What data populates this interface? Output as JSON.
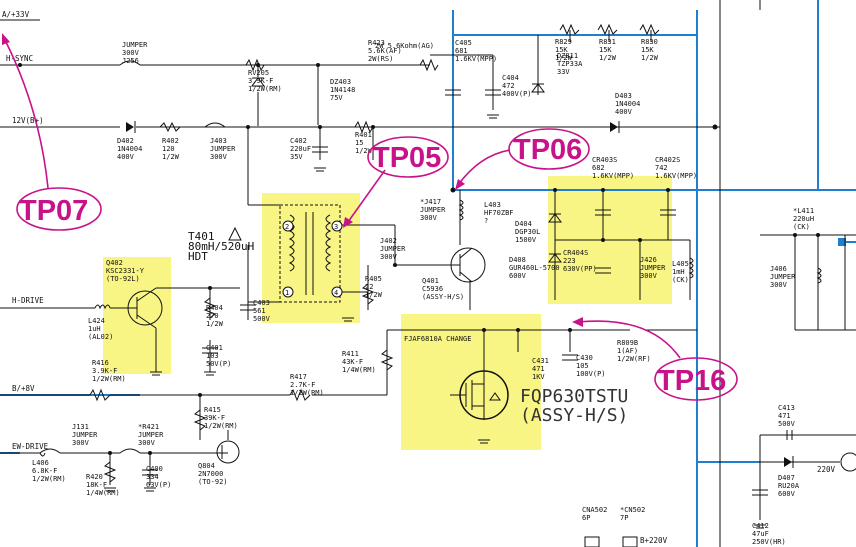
{
  "nets": {
    "a33v": "A/+33V",
    "hsync": "H-SYNC",
    "v12": "12V(B+)",
    "hdrive": "H-DRIVE",
    "b8v": "B/+8V",
    "ewdrive": "EW-DRIVE",
    "b220v": "B+220V",
    "v220": "220V"
  },
  "test_points": {
    "tp05": "TP05",
    "tp06": "TP06",
    "tp07": "TP07",
    "tp16": "TP16"
  },
  "highlight_color": "#f7f47a",
  "callout_color": "#c8128a",
  "rail_color": "#1e7fd1",
  "parts": {
    "j256": [
      "JUMPER",
      "300V",
      "J256"
    ],
    "rv205": [
      "RV205",
      "3.9K-F",
      "1/2W(RM)"
    ],
    "dz403": [
      "DZ403",
      "1N4148",
      "75V"
    ],
    "r423": [
      "R423",
      "5.6K(AF)",
      "2W(RS)"
    ],
    "r423_top": "2W 5.6Kohm(AG)",
    "c405": [
      "C405",
      "681",
      "1.6KV(MPP)"
    ],
    "c404": [
      "C404",
      "472",
      "400V(P)"
    ],
    "dz811": [
      "DZ811",
      "TZP33A",
      "33V"
    ],
    "r829": [
      "R829",
      "15K",
      "1/2W"
    ],
    "r831": [
      "R831",
      "15K",
      "1/2W"
    ],
    "r830": [
      "R830",
      "15K",
      "1/2W"
    ],
    "d403": [
      "D403",
      "1N4004",
      "400V"
    ],
    "d402": [
      "D402",
      "1N4004",
      "400V"
    ],
    "r402": [
      "R402",
      "120",
      "1/2W"
    ],
    "j403": [
      "J403",
      "JUMPER",
      "300V"
    ],
    "c402": [
      "C402",
      "220uF",
      "35V"
    ],
    "r401": [
      "R401",
      "15",
      "1/2W"
    ],
    "t401": [
      "T401",
      "80mH/520uH",
      "HDT"
    ],
    "j417": [
      "*J417",
      "JUMPER",
      "300V"
    ],
    "l403": [
      "L403",
      "HF70ZBF",
      "?"
    ],
    "d404": [
      "D404",
      "DGP30L",
      "1500V"
    ],
    "d408": [
      "D408",
      "GUR460L-5700",
      "600V"
    ],
    "cr403s": [
      "CR403S",
      "682",
      "1.6KV(MPP)"
    ],
    "cr402s": [
      "CR402S",
      "742",
      "1.6KV(MPP)"
    ],
    "cr404s": [
      "CR404S",
      "223",
      "630V(PP)"
    ],
    "j426": [
      "J426",
      "JUMPER",
      "300V"
    ],
    "l405": [
      "L405",
      "1mH",
      "(CK)"
    ],
    "l411": [
      "*L411",
      "220uH",
      "(CK)"
    ],
    "j406": [
      "J406",
      "JUMPER",
      "300V"
    ],
    "j402": [
      "J402",
      "JUMPER",
      "300V"
    ],
    "r405": [
      "R405",
      "22",
      "1/2W"
    ],
    "q401": [
      "Q401",
      "C5936",
      "(ASSY-H/S)"
    ],
    "q402": [
      "Q402",
      "KSC2331-Y",
      "(TO-92L)"
    ],
    "l424": [
      "L424",
      "1uH",
      "(AL02)"
    ],
    "r404": [
      "R404",
      "270",
      "1/2W"
    ],
    "c403": [
      "C403",
      "561",
      "500V"
    ],
    "c401": [
      "C401",
      "103",
      "50V(P)"
    ],
    "r416": [
      "R416",
      "3.9K-F",
      "1/2W(RM)"
    ],
    "r417": [
      "R417",
      "2.7K-F",
      "1/2W(RM)"
    ],
    "r411": [
      "R411",
      "43K-F",
      "1/4W(RM)"
    ],
    "fjaf_change": "FJAF6810A CHANGE",
    "c431": [
      "C431",
      "471",
      "1KV"
    ],
    "c430": [
      "C430",
      "105",
      "100V(P)"
    ],
    "r809b": [
      "R809B",
      "1(AF)",
      "1/2W(RF)"
    ],
    "fqp_line1": "FQP630TSTU",
    "fqp_line2": "(ASSY-H/S)",
    "j131": [
      "J131",
      "JUMPER",
      "300V"
    ],
    "r421": [
      "*R421",
      "JUMPER",
      "300V"
    ],
    "r415": [
      "R415",
      "39K-F",
      "1/2W(RM)"
    ],
    "l406": [
      "L406",
      "6.8K-F",
      "1/2W(RM)"
    ],
    "r420": [
      "R420",
      "18K-F",
      "1/4W(RM)"
    ],
    "c400": [
      "C400",
      "334",
      "63V(P)"
    ],
    "q804": [
      "Q804",
      "2N7000",
      "(TO-92)"
    ],
    "c413": [
      "C413",
      "471",
      "500V"
    ],
    "d407": [
      "D407",
      "RU20A",
      "600V"
    ],
    "c412": [
      "C412",
      "47uF",
      "250V(HR)"
    ],
    "cna502": [
      "CNA502",
      "6P"
    ],
    "cn502": [
      "*CN502",
      "7P"
    ]
  }
}
